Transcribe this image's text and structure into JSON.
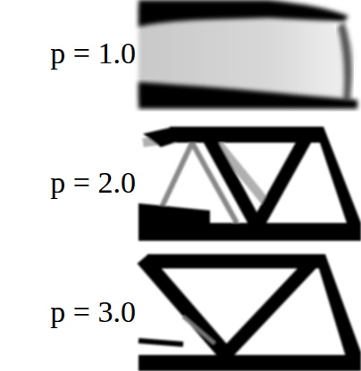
{
  "diagram": {
    "labels": [
      "p = 1.0",
      "p = 2.0",
      "p = 3.0"
    ]
  }
}
